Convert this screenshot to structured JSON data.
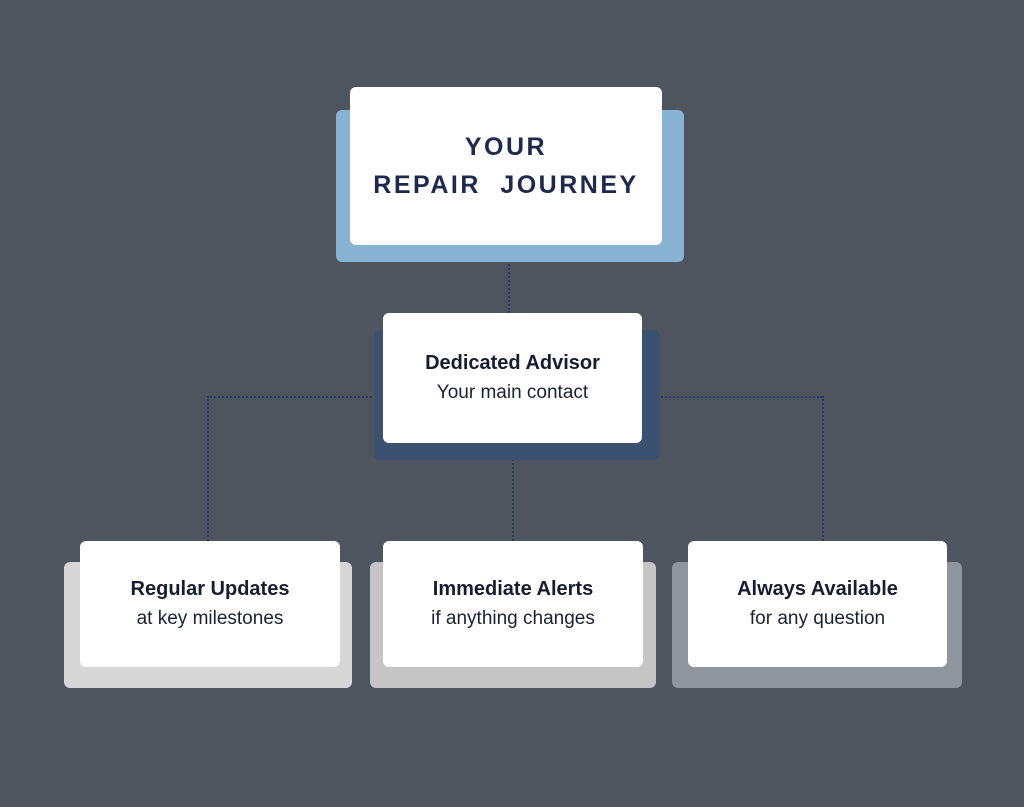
{
  "title_card": {
    "line1": "YOUR",
    "line2": "REPAIR JOURNEY"
  },
  "advisor_card": {
    "title": "Dedicated Advisor",
    "subtitle": "Your main contact"
  },
  "child_cards": [
    {
      "title": "Regular Updates",
      "subtitle": "at key milestones"
    },
    {
      "title": "Immediate Alerts",
      "subtitle": "if anything changes"
    },
    {
      "title": "Always Available",
      "subtitle": "for any question"
    }
  ],
  "colors": {
    "background": "#4e555f",
    "card_background": "#ffffff",
    "title_card_shadow": "#89b3d3",
    "advisor_card_shadow": "#3b5170",
    "child_card_shadows": [
      "#d7d7d7",
      "#c5c5c5",
      "#8f959c"
    ],
    "connector": "#2c3a5e",
    "title_text": "#1d2a4e",
    "body_text": "#1b2134"
  }
}
